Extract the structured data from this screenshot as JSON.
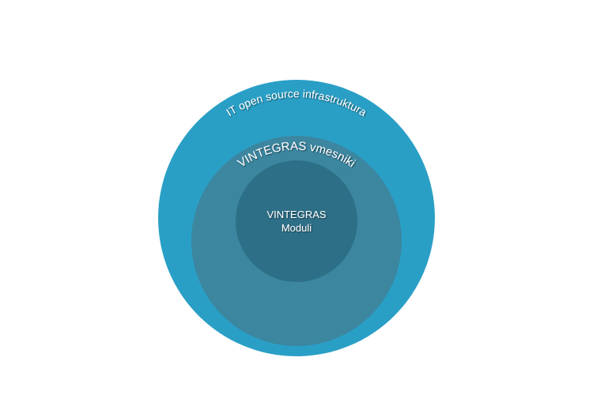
{
  "diagram": {
    "outer_label": "IT open source infrastruktura",
    "middle_label": "VINTEGRAS vmesniki",
    "center_label_line1": "VINTEGRAS",
    "center_label_line2": "Moduli",
    "colors": {
      "outer_ring": "#2a9fc6",
      "middle_ring": "#3c86a0",
      "inner_core": "#2d6f87",
      "text": "#ffffff"
    }
  }
}
